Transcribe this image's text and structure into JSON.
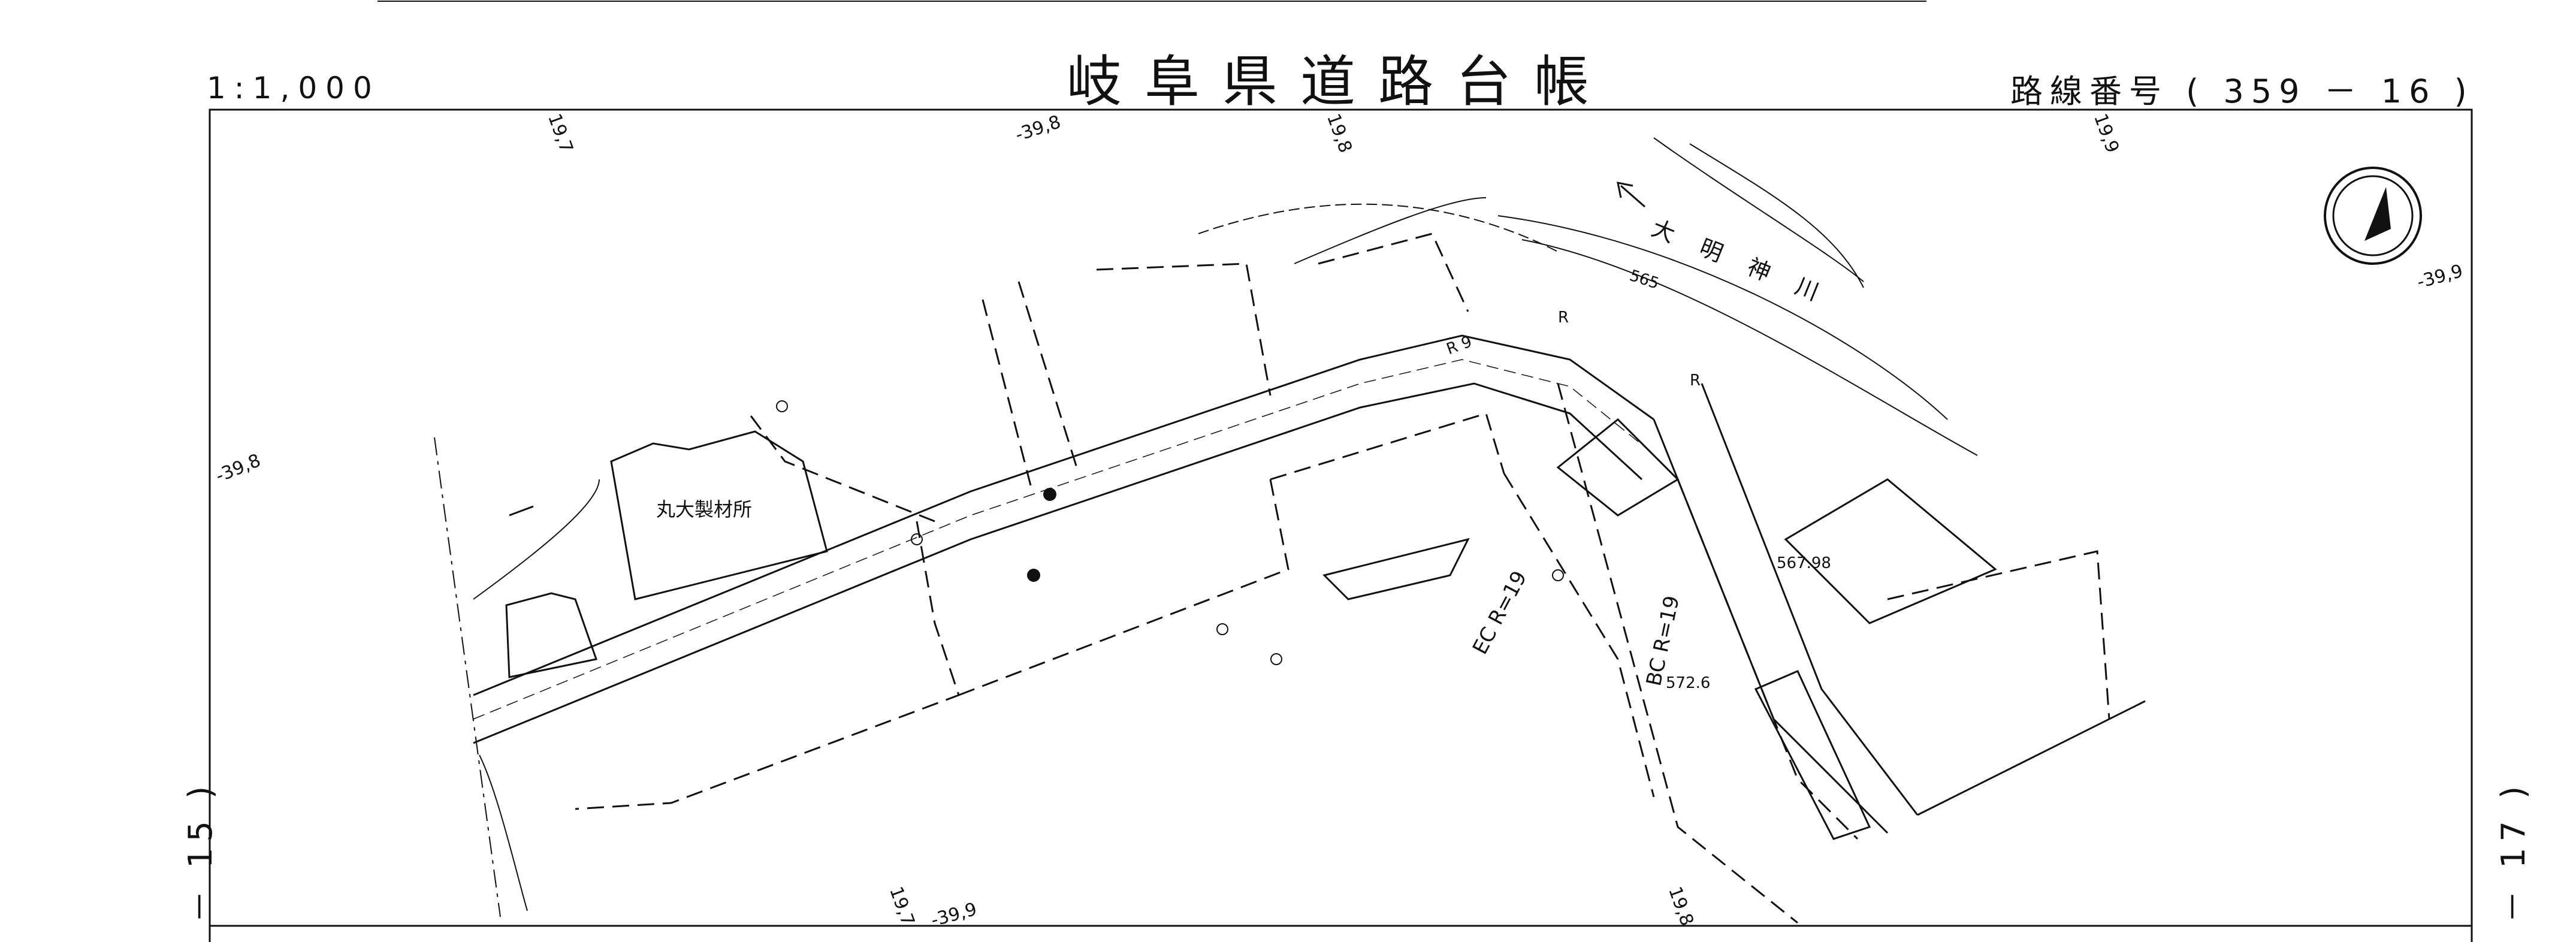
{
  "header": {
    "title": "岐阜県道路台帳",
    "scale": "1:1,000",
    "route_number": "路線番号 ( 359 － 16 )"
  },
  "sheets": {
    "left": "－ 15 )",
    "right": "－ 17 )"
  },
  "labels": {
    "sawmill": "丸大製材所",
    "river": "大 明 神 川",
    "grid_39_8_top": "-39,8",
    "grid_39_8_left": "-39,8",
    "grid_39_9_right": "-39,9",
    "grid_39_9_bottom": "-39,9",
    "grid_19_7_top": "19,7",
    "grid_19_8_top": "19,8",
    "grid_19_9_top": "19,9",
    "grid_19_7_bottom": "19,7",
    "grid_19_8_bottom": "19,8",
    "ec_curve": "EC R=19",
    "bc_curve": "BC R=19",
    "elev_1": "567.98",
    "elev_2": "572.6",
    "elev_3": "565",
    "curve_r_1": "R",
    "curve_r_2": "R",
    "curve_r9": "R 9"
  },
  "colors": {
    "ink": "#111111",
    "paper": "#ffffff"
  },
  "icons": {
    "north_arrow": "north-arrow-icon",
    "flow_arrow": "flow-arrow-icon"
  }
}
